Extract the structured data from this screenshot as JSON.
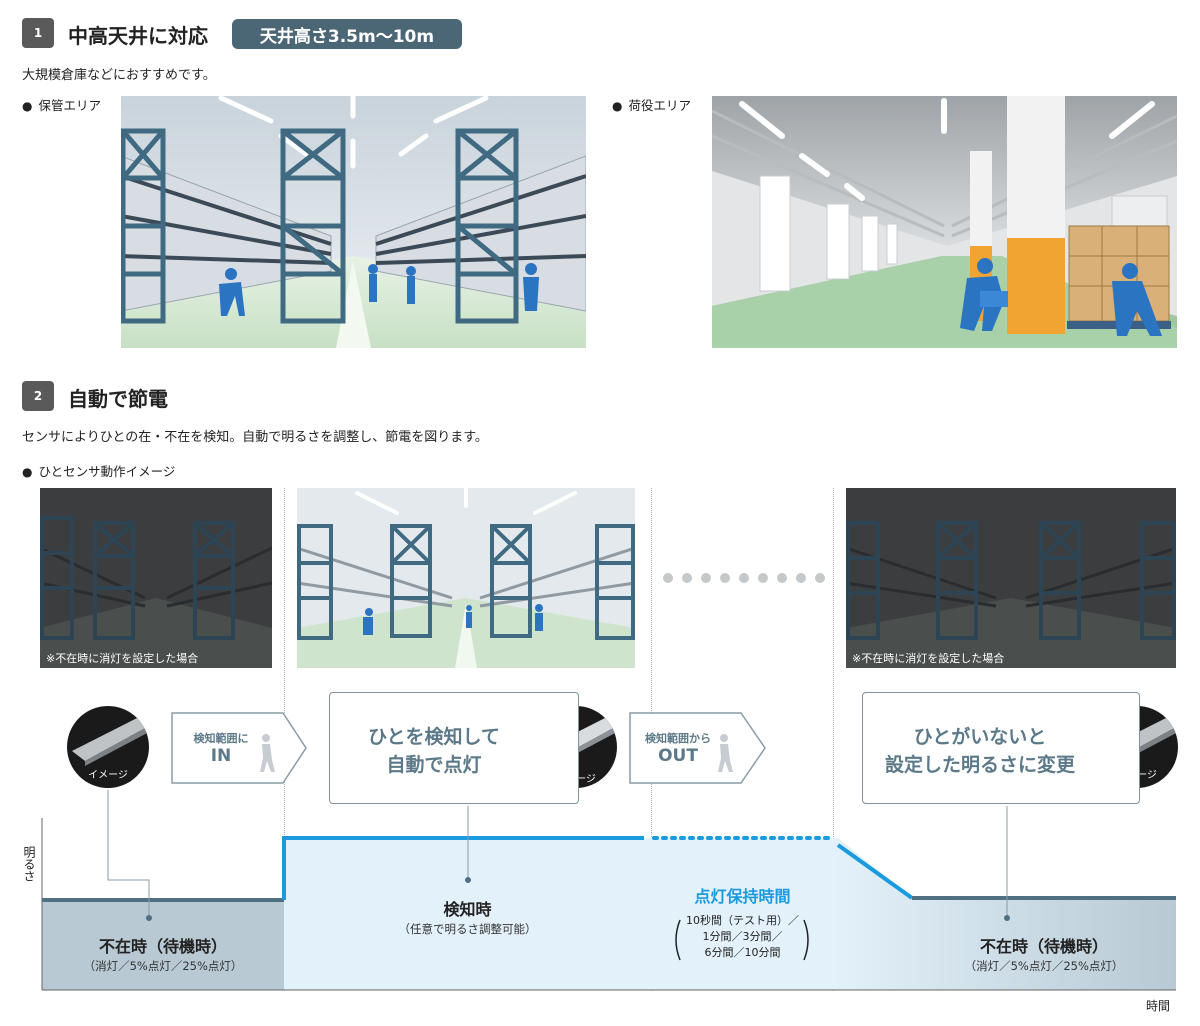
{
  "section1": {
    "number": "1",
    "title": "中高天井に対応",
    "pill": "天井高さ3.5m〜10m",
    "desc": "大規模倉庫などにおすすめです。",
    "storage_label": "保管エリア",
    "loading_label": "荷役エリア"
  },
  "section2": {
    "number": "2",
    "title": "自動で節電",
    "desc": "センサによりひとの在・不在を検知。自動で明るさを調整し、節電を図ります。",
    "sensor_label": "ひとセンサ動作イメージ",
    "note_left": "※不在時に消灯を設定した場合",
    "note_right": "※不在時に消灯を設定した場合"
  },
  "flow": {
    "image_tag_1": "イメージ",
    "image_tag_2": "イメージ",
    "image_tag_3": "イメージ",
    "in_arrow_line1": "検知範囲に",
    "in_arrow_line2": "IN",
    "out_arrow_line1": "検知範囲から",
    "out_arrow_line2": "OUT",
    "callout_detect_line1": "ひとを検知して",
    "callout_detect_line2": "自動で点灯",
    "callout_absent_line1": "ひとがいないと",
    "callout_absent_line2": "設定した明るさに変更"
  },
  "chart": {
    "y_axis_label": "明るさ",
    "x_axis_label": "時間",
    "phase_absent_left_title": "不在時（待機時）",
    "phase_absent_left_sub": "（消灯／5%点灯／25%点灯）",
    "phase_detect_title": "検知時",
    "phase_detect_sub": "（任意で明るさ調整可能）",
    "phase_hold_title": "点灯保持時間",
    "phase_hold_line1": "10秒間（テスト用）／",
    "phase_hold_line2": "1分間／3分間／",
    "phase_hold_line3": "6分間／10分間",
    "phase_absent_right_title": "不在時（待機時）",
    "phase_absent_right_sub": "（消灯／5%点灯／25%点灯）"
  },
  "colors": {
    "badge": "#5a5a5a",
    "pill": "#4b6776",
    "accent_blue": "#1a9be0",
    "standby_fill": "#b8c9d3",
    "detect_fill": "#e3f1fa",
    "rack": "#3f6a82",
    "worker": "#2b74c2",
    "pillar_orange": "#f2a433"
  }
}
